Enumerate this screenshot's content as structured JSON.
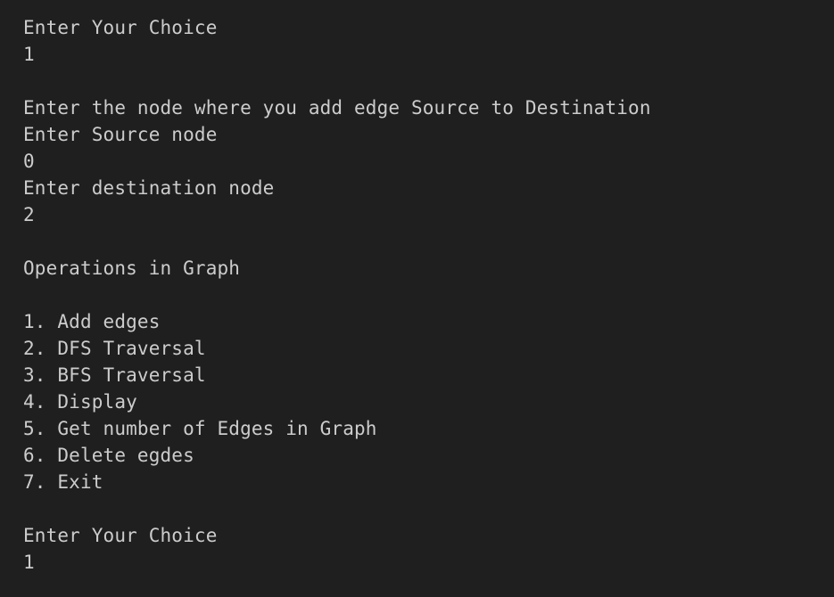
{
  "terminal": {
    "lines": [
      "Enter Your Choice",
      "1",
      "",
      "Enter the node where you add edge Source to Destination",
      "Enter Source node",
      "0",
      "Enter destination node",
      "2",
      "",
      "Operations in Graph",
      "",
      "1. Add edges",
      "2. DFS Traversal",
      "3. BFS Traversal",
      "4. Display",
      "5. Get number of Edges in Graph",
      "6. Delete egdes",
      "7. Exit",
      "",
      "Enter Your Choice",
      "1"
    ]
  }
}
